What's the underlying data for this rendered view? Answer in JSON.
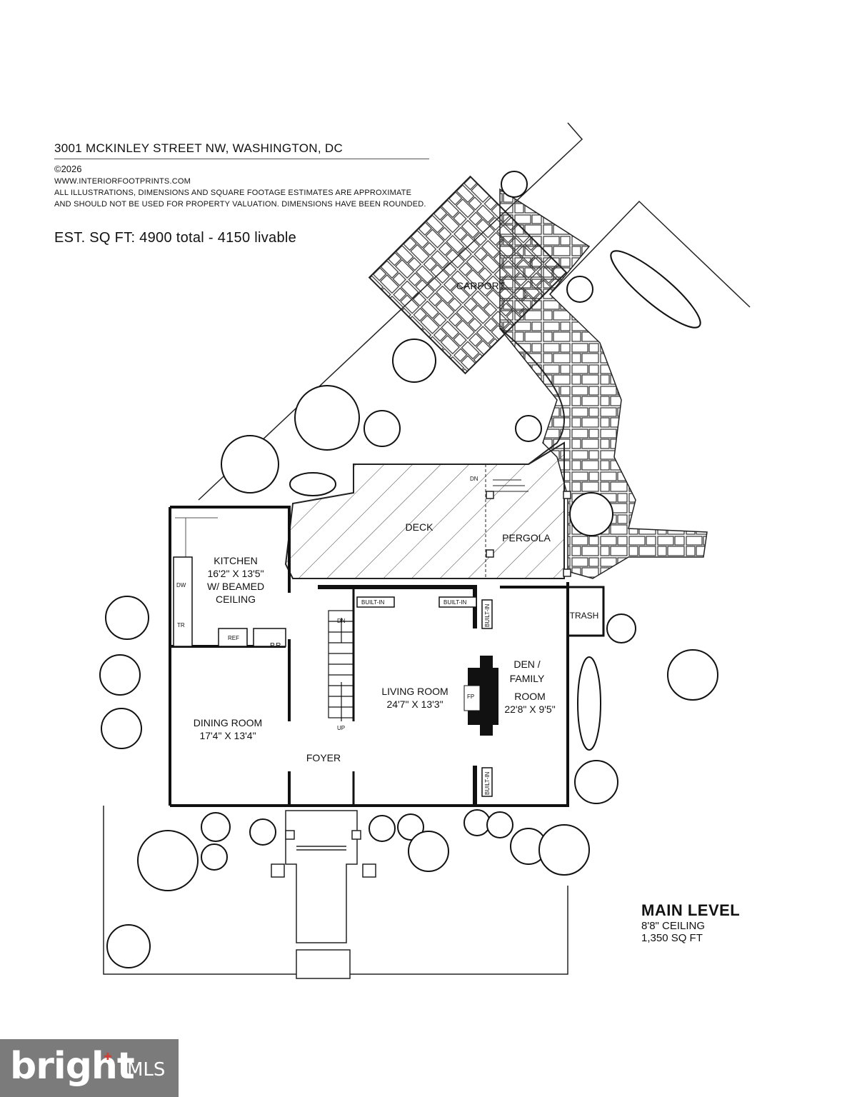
{
  "header": {
    "address": "3001 MCKINLEY STREET NW, WASHINGTON, DC",
    "copyright": "©2026",
    "website": "WWW.INTERIORFOOTPRINTS.COM",
    "disclaimer_1": "ALL ILLUSTRATIONS, DIMENSIONS AND SQUARE FOOTAGE ESTIMATES ARE APPROXIMATE",
    "disclaimer_2": "AND  SHOULD NOT BE USED FOR PROPERTY VALUATION. DIMENSIONS HAVE BEEN ROUNDED.",
    "sqft": "EST. SQ FT: 4900 total - 4150 livable"
  },
  "level": {
    "title": "MAIN LEVEL",
    "ceiling": "8'8\" CEILING",
    "sqft": "1,350 SQ FT"
  },
  "rooms": {
    "carport": "CARPORT",
    "deck": "DECK",
    "pergola": "PERGOLA",
    "kitchen_1": "KITCHEN",
    "kitchen_2": "16'2\" X 13'5\"",
    "kitchen_3": "W/ BEAMED",
    "kitchen_4": "CEILING",
    "trash": "TRASH",
    "den_1": "DEN /",
    "den_2": "FAMILY",
    "den_3": "ROOM",
    "den_4": "22'8\" X 9'5\"",
    "living_1": "LIVING ROOM",
    "living_2": "24'7\" X 13'3\"",
    "dining_1": "DINING ROOM",
    "dining_2": "17'4\" X 13'4\"",
    "foyer": "FOYER"
  },
  "labels": {
    "dn_deck": "DN",
    "dn_stair": "DN",
    "up_stair": "UP",
    "builtin": "BUILT-IN",
    "ref": "REF",
    "pr": "P.R.",
    "dw": "DW",
    "tr": "TR",
    "fp": "FP"
  },
  "watermark": {
    "brand": "bright",
    "suffix": "MLS",
    "color": "#7b7b7b"
  }
}
